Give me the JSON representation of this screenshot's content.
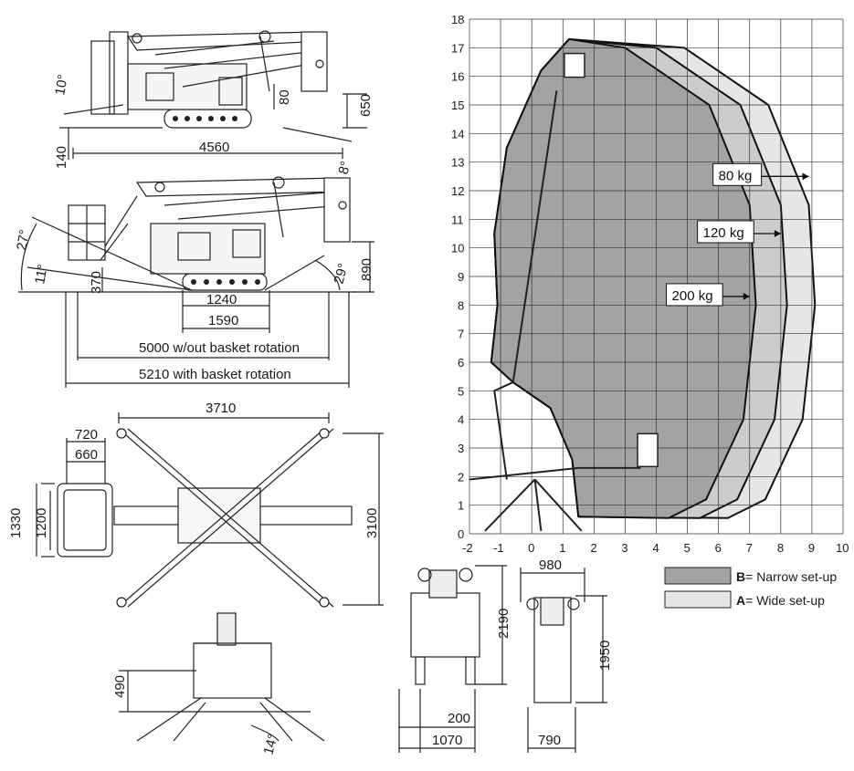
{
  "dimensions": {
    "side_view_top": {
      "length": "4560",
      "height": "650",
      "ground_clearance": "140",
      "angle_front": "10°",
      "angle_rear": "8°",
      "mid": "80"
    },
    "side_view_bottom": {
      "angle_a": "27°",
      "angle_b": "11°",
      "angle_c": "29°",
      "h1": "370",
      "h2": "890",
      "w1": "1240",
      "w2": "1590",
      "len_no_rot": "5000 w/out basket rotation",
      "len_rot": "5210 with basket rotation"
    },
    "top_view": {
      "width": "3710",
      "basket_outer": "720",
      "basket_inner": "660",
      "basket_h_outer": "1330",
      "basket_h_inner": "1200",
      "depth": "3100"
    },
    "front_view": {
      "height": "490",
      "angle": "14°"
    },
    "front_compact": {
      "height": "2190",
      "offset": "200",
      "width": "1070"
    },
    "side_compact": {
      "top": "980",
      "height": "1950",
      "width": "790"
    }
  },
  "chart_data": {
    "type": "area",
    "x_ticks": [
      "-2",
      "-1",
      "0",
      "1",
      "2",
      "3",
      "4",
      "5",
      "6",
      "7",
      "8",
      "9",
      "10"
    ],
    "y_ticks": [
      "0",
      "1",
      "2",
      "3",
      "4",
      "5",
      "6",
      "7",
      "8",
      "9",
      "10",
      "11",
      "12",
      "13",
      "14",
      "15",
      "16",
      "17",
      "18"
    ],
    "xlim": [
      -2,
      10
    ],
    "ylim": [
      0,
      18
    ],
    "grid": true,
    "series": [
      {
        "name": "80 kg",
        "max_outreach": 9.1,
        "color": "#e6e6e6"
      },
      {
        "name": "120 kg",
        "max_outreach": 8.2,
        "color": "#cccccc"
      },
      {
        "name": "200 kg",
        "max_outreach": 7.2,
        "color": "#a3a3a3"
      }
    ],
    "labels": [
      {
        "text": "80 kg",
        "x": 6.0,
        "y": 12.5
      },
      {
        "text": "120 kg",
        "x": 5.5,
        "y": 10.5
      },
      {
        "text": "200 kg",
        "x": 4.5,
        "y": 8.3
      }
    ],
    "legend": [
      {
        "key": "B",
        "text": "= Narrow set-up",
        "color": "#a3a3a3"
      },
      {
        "key": "A",
        "text": "= Wide set-up",
        "color": "#e6e6e6"
      }
    ]
  }
}
